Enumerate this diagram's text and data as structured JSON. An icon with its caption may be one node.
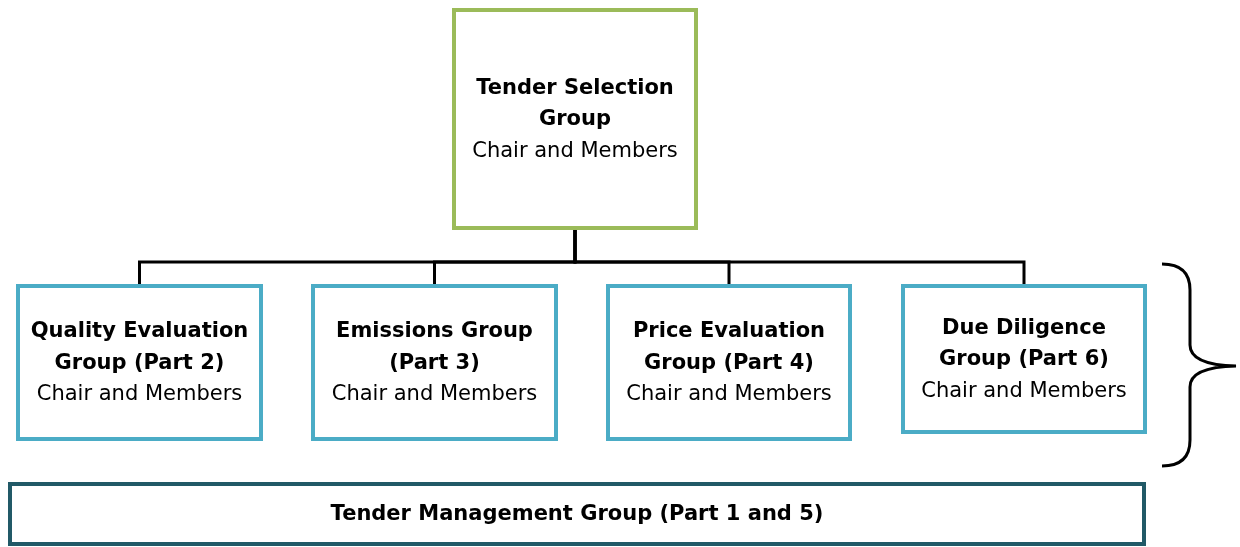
{
  "diagram": {
    "nodes": [
      {
        "text": [
          "Tender Selection Group",
          "Chair and Members"
        ]
      },
      {
        "text": [
          "Quality Evaluation Group (Part 2)",
          "Chair and Members"
        ]
      },
      {
        "text": [
          "Emissions Group (Part 3)",
          "Chair and Members"
        ]
      },
      {
        "text": [
          "Price Evaluation Group (Part 4)",
          "Chair and Members"
        ]
      },
      {
        "text": [
          "Due Diligence Group (Part 6)",
          "Chair and Members"
        ]
      },
      {
        "text": [
          "Tender Management Group (Part 1 and 5)"
        ]
      }
    ],
    "edges": [
      {
        "from": 0,
        "to": 1,
        "arrow": "none"
      },
      {
        "from": 0,
        "to": 2,
        "arrow": "none"
      },
      {
        "from": 0,
        "to": 3,
        "arrow": "none"
      },
      {
        "from": 0,
        "to": 4,
        "arrow": "none"
      }
    ]
  }
}
